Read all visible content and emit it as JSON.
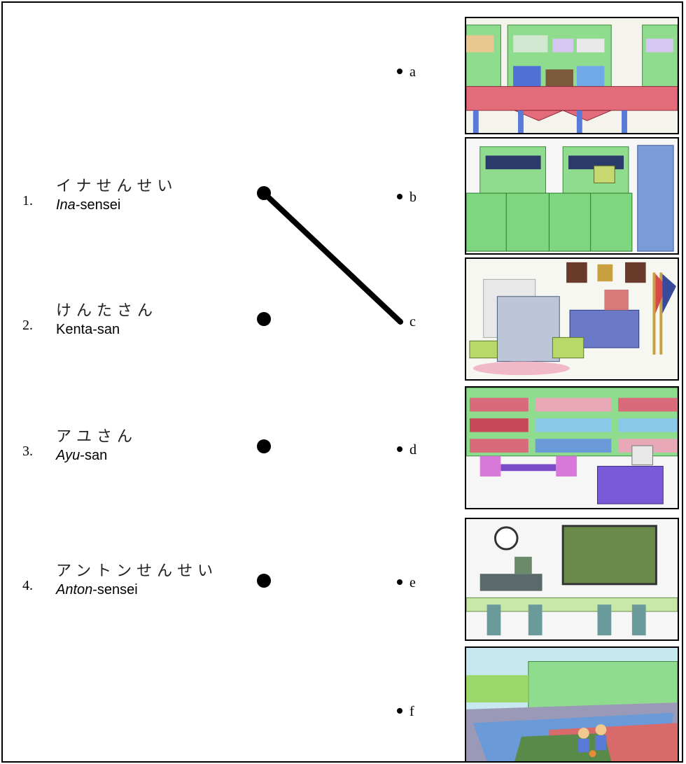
{
  "people": [
    {
      "number": "1.",
      "kana": "イナせんせい",
      "name_italic": "Ina",
      "name_rest": "-sensei"
    },
    {
      "number": "2.",
      "kana": "けんたさん",
      "name_italic": "",
      "name_rest": "Kenta-san"
    },
    {
      "number": "3.",
      "kana": "アユさん",
      "name_italic": "Ayu",
      "name_rest": "-san"
    },
    {
      "number": "4.",
      "kana": "アントンせんせい",
      "name_italic": "Anton",
      "name_rest": "-sensei"
    }
  ],
  "options": [
    {
      "letter": "a",
      "picture": "library-desks-picture"
    },
    {
      "letter": "b",
      "picture": "administration-office-picture"
    },
    {
      "letter": "c",
      "picture": "principal-office-picture"
    },
    {
      "letter": "d",
      "picture": "library-reading-room-picture"
    },
    {
      "letter": "e",
      "picture": "classroom-picture"
    },
    {
      "letter": "f",
      "picture": "school-yard-picture"
    }
  ],
  "example_match": {
    "from": "1.",
    "to": "c"
  },
  "colors": {
    "line": "#000000",
    "green": "#7ed67e",
    "pink": "#e36b7a"
  }
}
